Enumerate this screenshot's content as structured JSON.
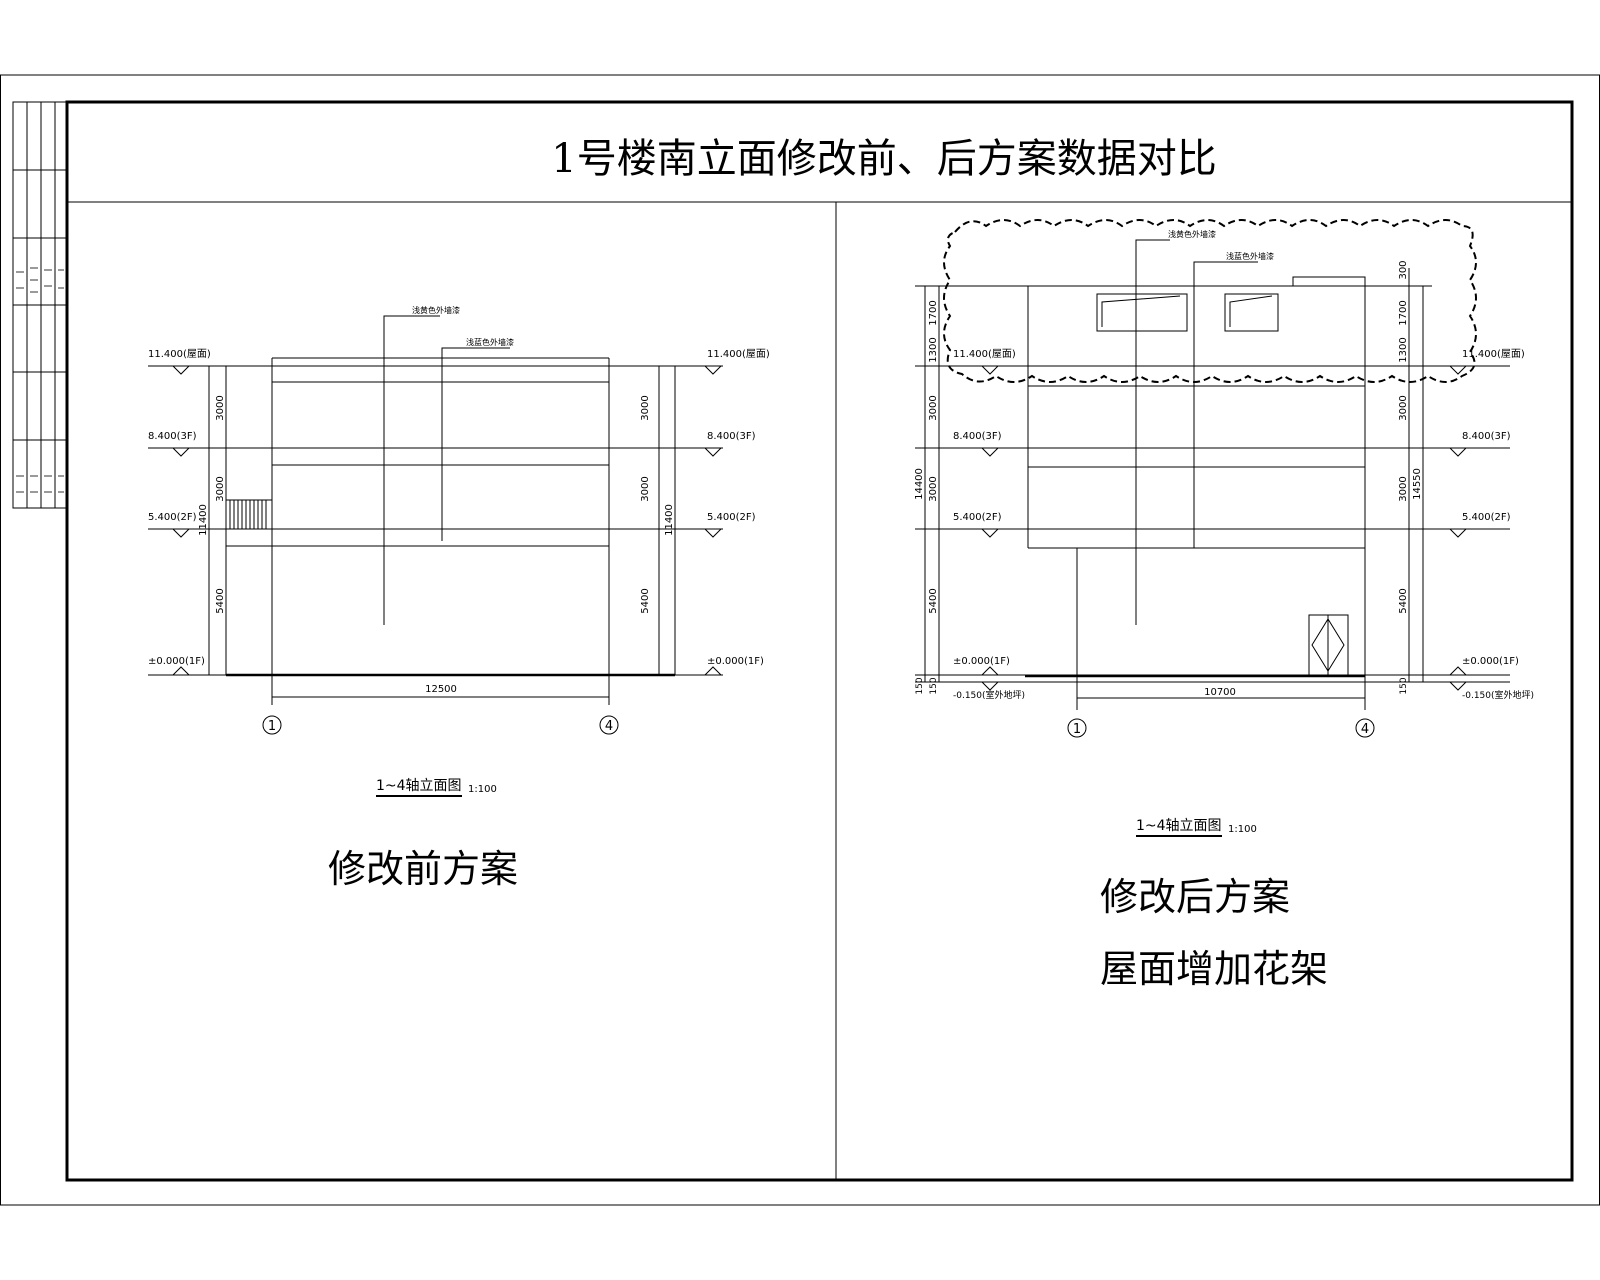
{
  "title": "1号楼南立面修改前、后方案数据对比",
  "left": {
    "levels": [
      "11.400(屋面)",
      "8.400(3F)",
      "5.400(2F)",
      "±0.000(1F)"
    ],
    "dims_left": [
      "3000",
      "3000",
      "5400"
    ],
    "dims_right": [
      "3000",
      "3000",
      "5400"
    ],
    "total_left": "11400",
    "total_right": "11400",
    "width": "12500",
    "axis_start": "1",
    "axis_end": "4",
    "note_1": "浅黄色外墙漆",
    "note_2": "浅蓝色外墙漆",
    "drawing_title": "1~4轴立面图",
    "scale": "1:100",
    "caption": "修改前方案"
  },
  "right": {
    "levels": [
      "11.400(屋面)",
      "8.400(3F)",
      "5.400(2F)",
      "±0.000(1F)"
    ],
    "ground_level": "-0.150(室外地坪)",
    "dims_left": [
      "1700",
      "1300",
      "3000",
      "3000",
      "5400",
      "150"
    ],
    "dims_right": [
      "300",
      "1700",
      "1300",
      "3000",
      "3000",
      "5400",
      "150"
    ],
    "total_left": "14400",
    "total_right": "14550",
    "width": "10700",
    "axis_start": "1",
    "axis_end": "4",
    "note_1": "浅黄色外墙漆",
    "note_2": "浅蓝色外墙漆",
    "drawing_title": "1~4轴立面图",
    "scale": "1:100",
    "caption_1": "修改后方案",
    "caption_2": "屋面增加花架"
  }
}
